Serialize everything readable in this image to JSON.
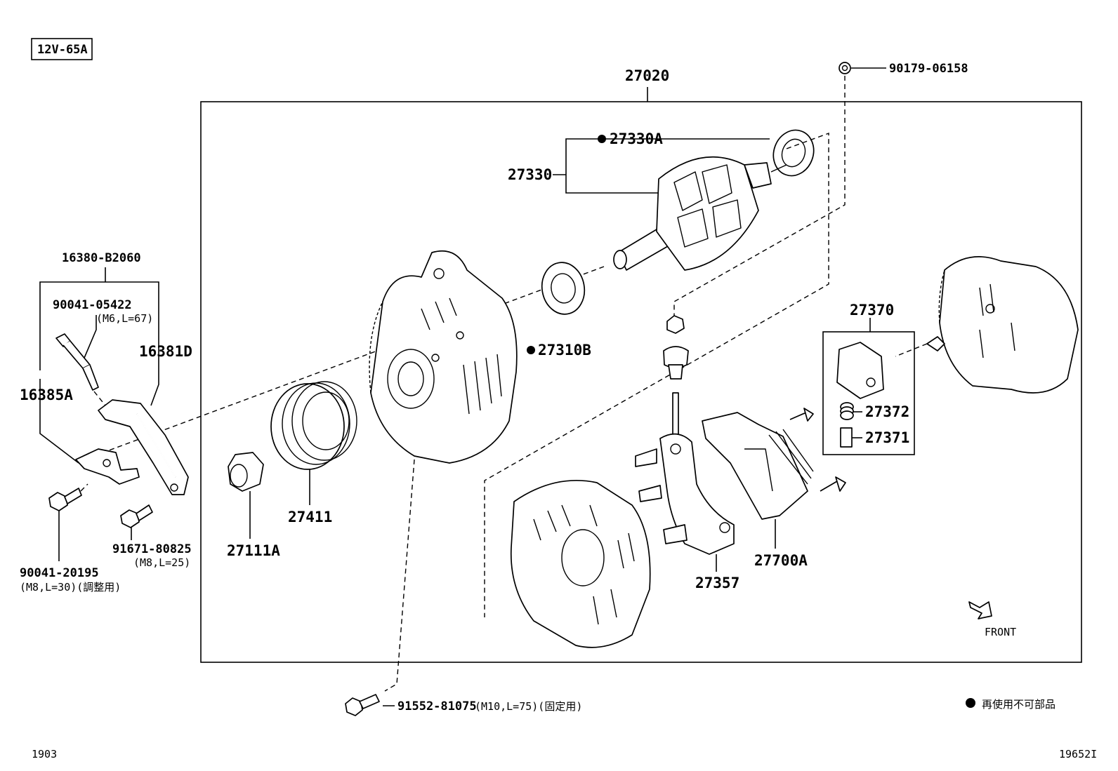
{
  "spec_label": "12V-65A",
  "assembly": {
    "number": "27020"
  },
  "parts": {
    "nut_90179": "90179-06158",
    "bearing_27330A": "27330A",
    "rotor_27330": "27330",
    "bearing_27310B": "27310B",
    "holder_27370": "27370",
    "spring_27372": "27372",
    "brush_27371": "27371",
    "bracket_assy": "16380-B2060",
    "bolt_90041_05422": "90041-05422",
    "bolt_90041_05422_spec": "(M6,L=67)",
    "bracket_16381D": "16381D",
    "bracket_16385A": "16385A",
    "bolt_91671": "91671-80825",
    "bolt_91671_spec": "(M8,L=25)",
    "bolt_90041_20195": "90041-20195",
    "bolt_90041_20195_spec": "(M8,L=30)(調整用)",
    "collar_27111A": "27111A",
    "pulley_27411": "27411",
    "rectifier_27357": "27357",
    "regulator_27700A": "27700A",
    "bolt_91552": "91552-81075",
    "bolt_91552_spec": "(M10,L=75)(固定用)"
  },
  "front_label": "FRONT",
  "legend": {
    "non_reusable": "再使用不可部品"
  },
  "footer": {
    "left": "1903",
    "right": "19652I"
  }
}
